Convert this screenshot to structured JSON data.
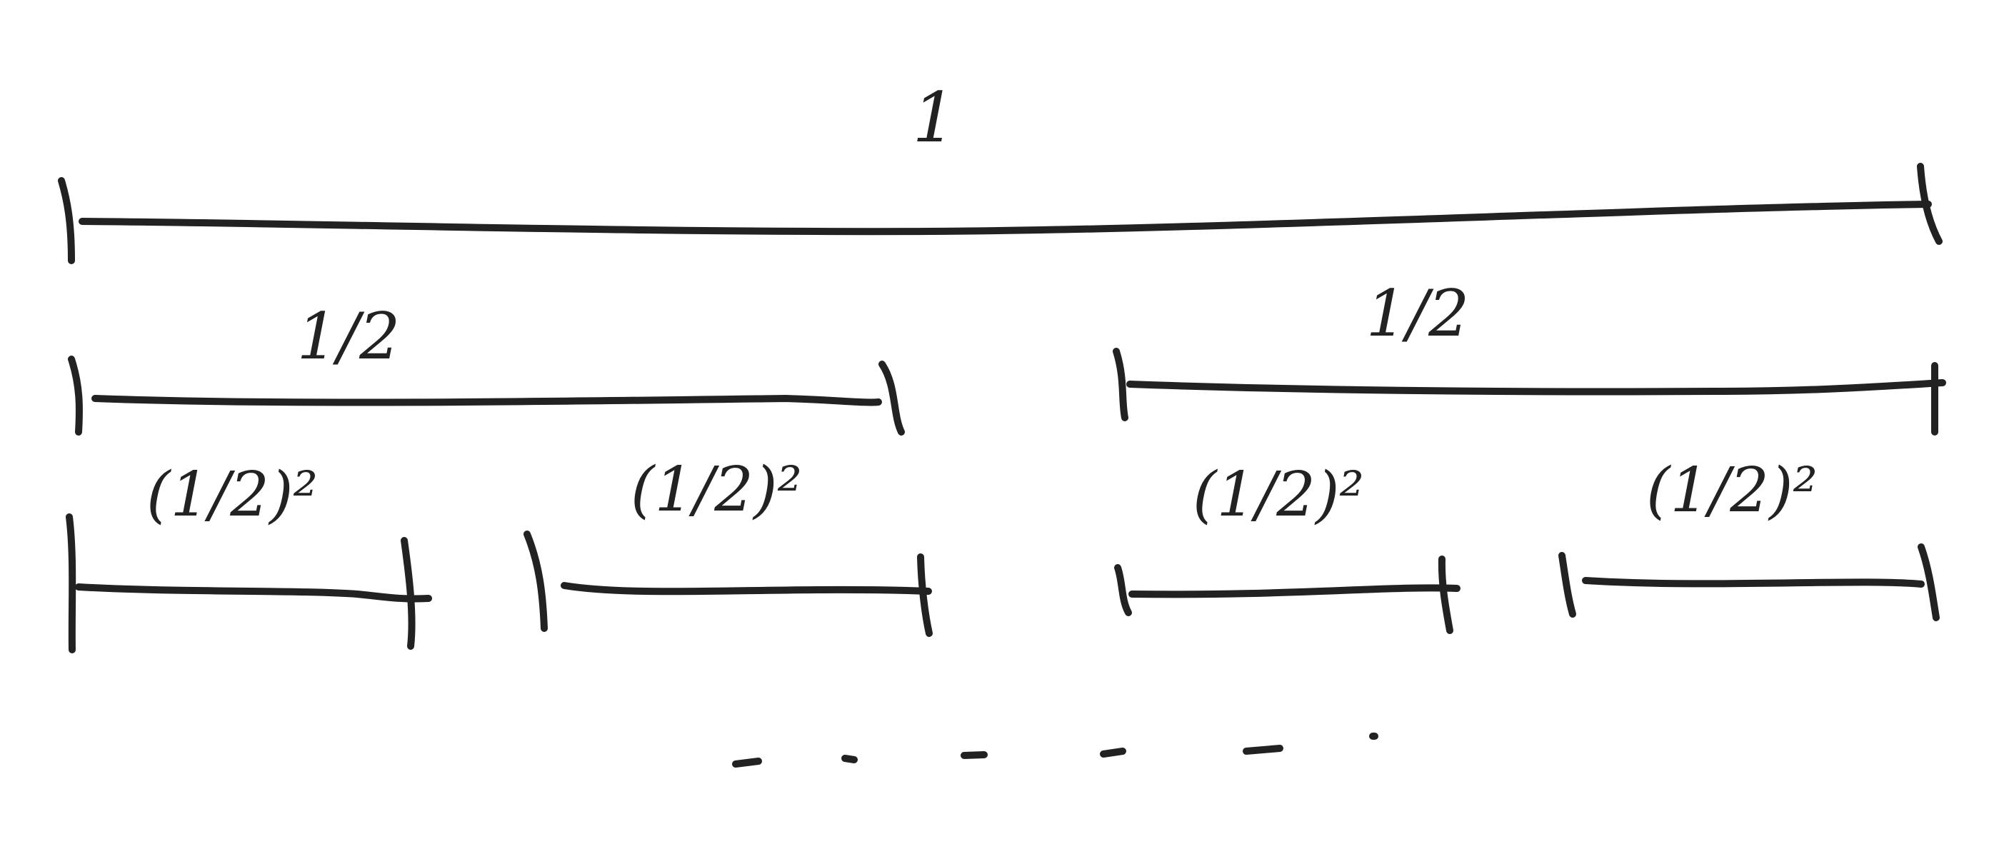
{
  "diagram": {
    "top_label": "1",
    "level1_labels": [
      "1/2",
      "1/2"
    ],
    "level2_labels": [
      "(1/2)²",
      "(1/2)²",
      "(1/2)²",
      "(1/2)²"
    ],
    "continuation": "· · · · · ·"
  },
  "colors": {
    "ink": "#222222",
    "background": "#ffffff"
  }
}
